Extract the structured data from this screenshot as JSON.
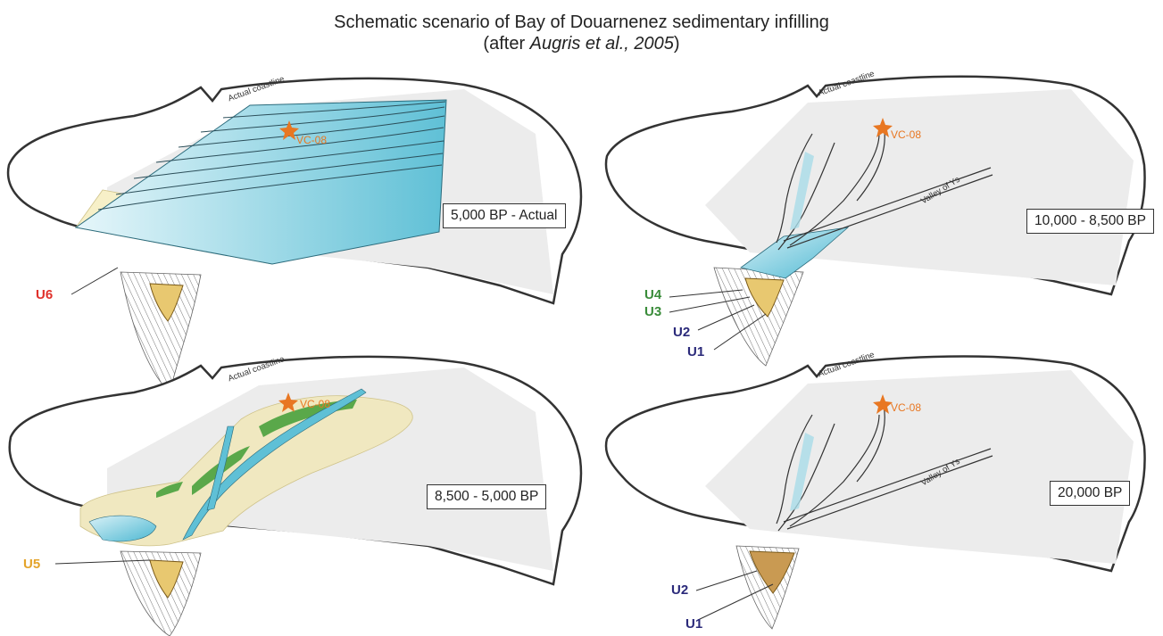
{
  "title": {
    "line1": "Schematic scenario of Bay of Douarnenez sedimentary infilling",
    "line2_prefix": "(after ",
    "line2_cite": "Augris et al., 2005",
    "line2_suffix": ")"
  },
  "panels": [
    {
      "period": "5,000 BP - Actual",
      "coastline": "Actual coastline",
      "site": "VC-08",
      "units": [
        "U6"
      ]
    },
    {
      "period": "10,000 - 8,500 BP",
      "coastline": "Actual coastline",
      "site": "VC-08",
      "valley": "Valley of Ys",
      "units": [
        "U4",
        "U3",
        "U2",
        "U1"
      ]
    },
    {
      "period": "8,500 - 5,000 BP",
      "coastline": "Actual coastline",
      "site": "VC-08",
      "units": [
        "U5"
      ]
    },
    {
      "period": "20,000 BP",
      "coastline": "Actual coastline",
      "site": "VC-08",
      "valley": "Valley of Ys",
      "units": [
        "U2",
        "U1"
      ]
    }
  ],
  "colors": {
    "u6": "#e0312b",
    "u5": "#e4a42a",
    "u3_u4": "#3a8c3a",
    "u1_u2": "#2b2a7a",
    "site_marker": "#e87722",
    "sea": "#5fc0d6",
    "sand": "#f3ecc3",
    "vegetation": "#5aa84a"
  },
  "icons": {
    "site": "star-icon"
  }
}
